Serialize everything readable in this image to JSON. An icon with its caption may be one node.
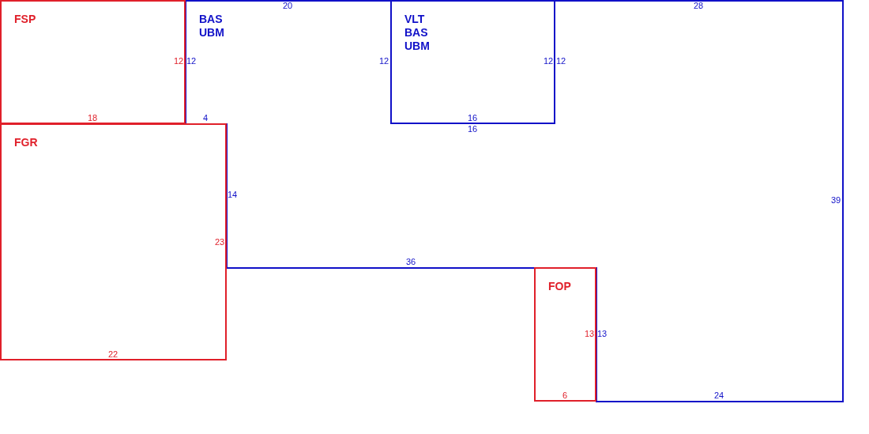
{
  "diagram": {
    "nodes": [
      {
        "text": [
          "FSP"
        ]
      },
      {
        "text": [
          "BAS UBM"
        ]
      },
      {
        "text": [
          "VLT BAS UBM"
        ],
        "in": 1
      },
      {
        "text": [
          "FGR"
        ]
      },
      {
        "text": [
          "FOP"
        ]
      }
    ],
    "labels": [
      "20",
      "28",
      "12",
      "12",
      "12",
      "12",
      "12",
      "18",
      "4",
      "16",
      "16",
      "14",
      "39",
      "23",
      "36",
      "13",
      "13",
      "22",
      "6",
      "24"
    ]
  }
}
